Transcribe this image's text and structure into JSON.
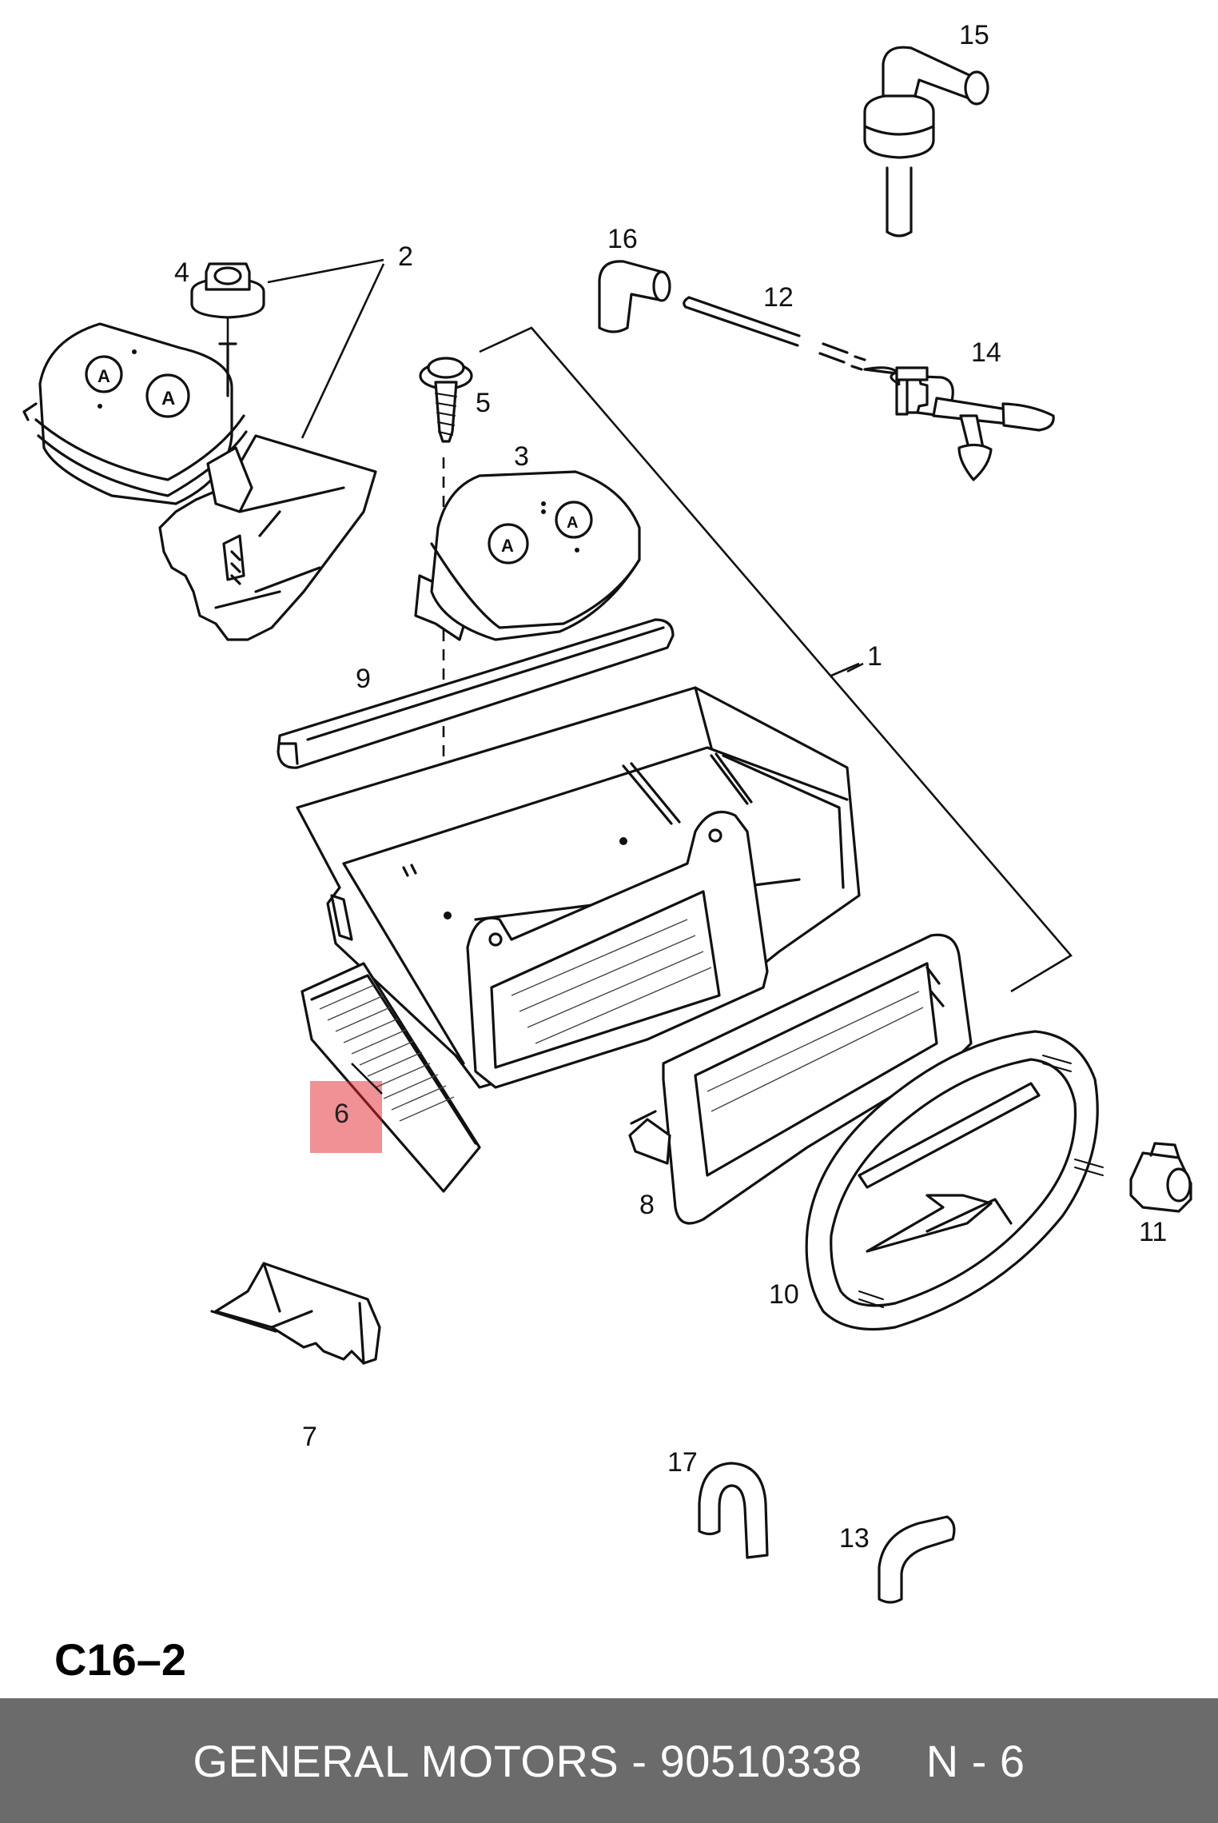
{
  "diagram": {
    "code": "C16–2",
    "callouts": {
      "c1": "1",
      "c2": "2",
      "c3": "3",
      "c4": "4",
      "c5": "5",
      "c6": "6",
      "c7": "7",
      "c8": "8",
      "c9": "9",
      "c10": "10",
      "c11": "11",
      "c12": "12",
      "c13": "13",
      "c14": "14",
      "c15": "15",
      "c16": "16",
      "c17": "17"
    },
    "highlight_color": "#e0242c",
    "mount_mark": "A"
  },
  "footer": {
    "brand": "GENERAL MOTORS",
    "separator": "-",
    "part_number": "90510338",
    "position_label": "N - 6",
    "background": "#6b6b6b"
  }
}
